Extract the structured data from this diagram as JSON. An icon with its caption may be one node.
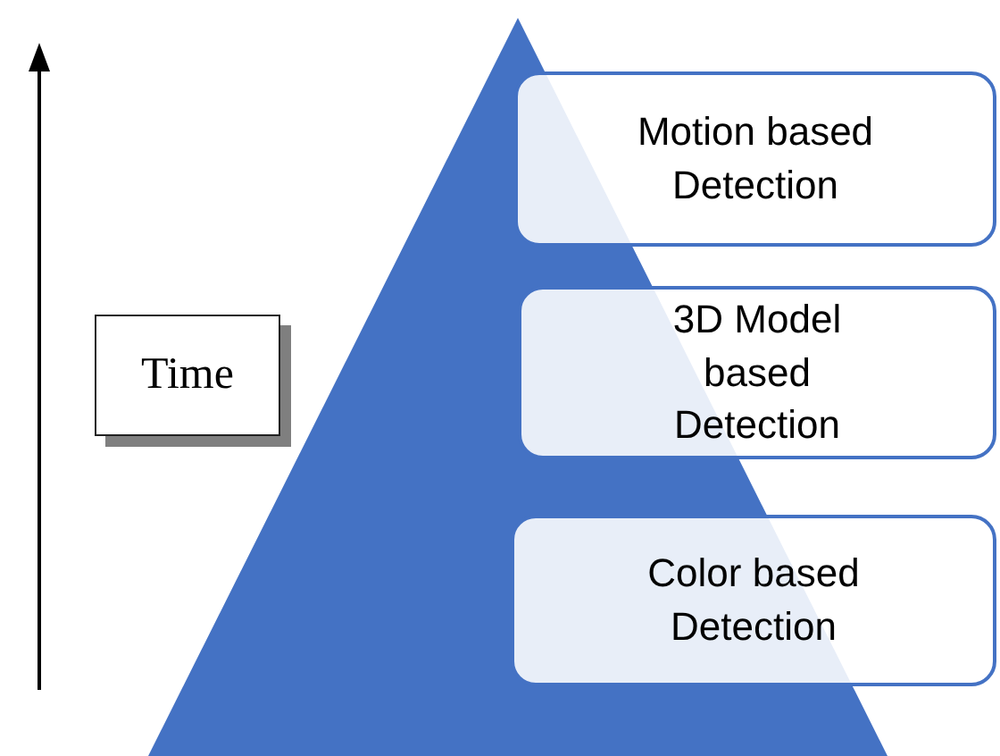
{
  "diagram": {
    "nodes": [
      {
        "text": [
          "Time"
        ]
      },
      {
        "text": [
          "Motion based Detection"
        ]
      },
      {
        "text": [
          "3D Model based Detection"
        ]
      },
      {
        "text": [
          "Color based Detection"
        ]
      }
    ]
  }
}
